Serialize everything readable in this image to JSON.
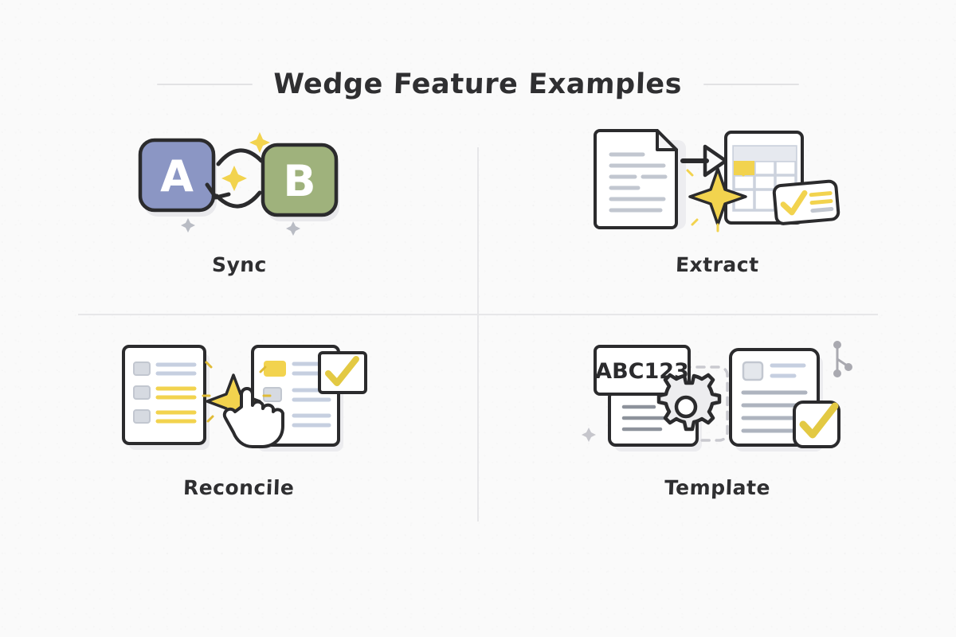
{
  "header": {
    "title": "Wedge Feature Examples",
    "left_rule": "rule-left",
    "right_rule": "rule-right"
  },
  "colors": {
    "background": "#fafafa",
    "ink": "#2f2f31",
    "divider": "#e7e7e9",
    "accent_yellow": "#f2d34e",
    "accent_yellow_soft": "#f7e08a",
    "tile_blue": "#8b96c4",
    "tile_green": "#9fb27c",
    "line_gray": "#c2c7d0",
    "line_blue_gray": "#c6cfe0",
    "paper": "#ffffff"
  },
  "panels": [
    {
      "id": "sync",
      "label": "Sync",
      "icon": "sync-illustration",
      "elements": {
        "tile_a_letter": "A",
        "tile_b_letter": "B",
        "arrow_top": "arrow-clockwise",
        "arrow_bottom": "arrow-counterclockwise",
        "sparkles": 3
      }
    },
    {
      "id": "extract",
      "label": "Extract",
      "icon": "extract-illustration",
      "elements": {
        "source": "document-with-lines",
        "arrow": "arrow-right",
        "target": "spreadsheet-table",
        "highlight_cell": "yellow-cell",
        "sparkle": "yellow-sparkle",
        "badge": "check-card"
      }
    },
    {
      "id": "reconcile",
      "label": "Reconcile",
      "icon": "reconcile-illustration",
      "elements": {
        "left_list": "checklist-card",
        "right_list": "checklist-card-highlighted",
        "sparkle": "yellow-sparkle",
        "cursor": "hand-pointer",
        "badge": "check-card"
      }
    },
    {
      "id": "template",
      "label": "Template",
      "icon": "template-illustration",
      "elements": {
        "tag_text": "ABC123",
        "gear": "gear-icon",
        "placeholder": "dashed-placeholder",
        "document": "document-with-lines",
        "badge": "check-card",
        "node": "branch-node-icon"
      }
    }
  ]
}
